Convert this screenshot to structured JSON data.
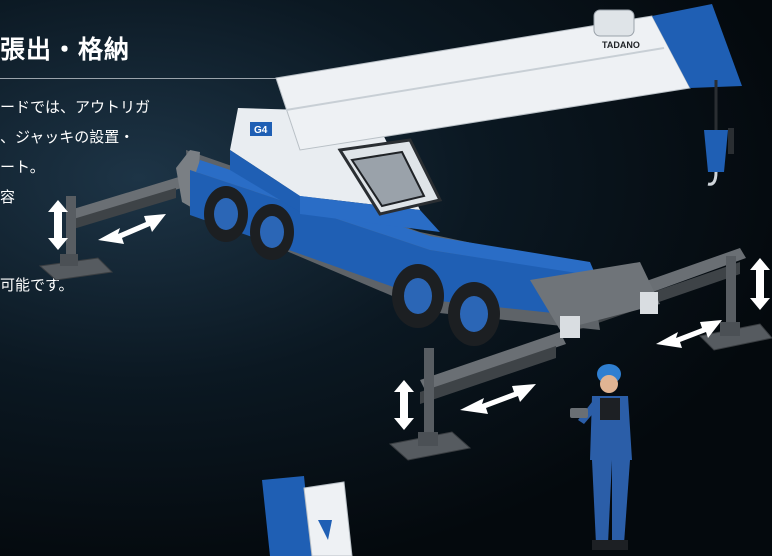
{
  "heading": {
    "title": "張出・格納"
  },
  "description": {
    "lines": [
      "ードでは、アウトリガ",
      "、ジャッキの設置・",
      "ート。",
      "容"
    ],
    "tail": "可能です。"
  },
  "crane": {
    "brand_badge": "TADANO",
    "model_badge": "G4",
    "colors": {
      "body_blue": "#1f5fb4",
      "cab_white": "#e9edf1",
      "chassis_gray": "#5e6368",
      "arrow_white": "#ffffff"
    }
  },
  "icons": [
    "vertical-double-arrow-icon",
    "horizontal-double-arrow-icon",
    "hook-icon",
    "operator-figure-icon",
    "remote-controller-icon"
  ]
}
